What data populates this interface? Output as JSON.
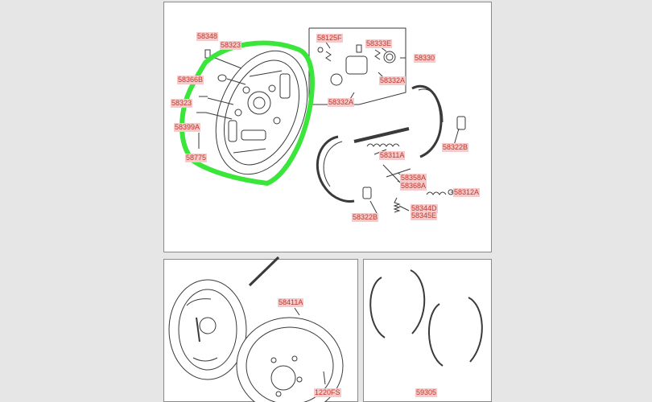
{
  "colors": {
    "page_bg": "#e6e6e6",
    "panel_bg": "#ffffff",
    "line": "#3a3a3a",
    "label_bg": "#f6caca",
    "label_text": "#c0392b",
    "highlight": "#39e639"
  },
  "labels": {
    "p58348": "58348",
    "p58323_top": "58323",
    "p58366B": "58366B",
    "p58323": "58323",
    "p58399A": "58399A",
    "p58775": "58775",
    "p58125F": "58125F",
    "p58333E": "58333E",
    "p58330": "58330",
    "p58332A_1": "58332A",
    "p58332A_2": "58332A",
    "p58311A": "58311A",
    "p58322B_1": "58322B",
    "p58358A": "58358A",
    "p58368A": "58368A",
    "p58312A": "58312A",
    "p58322B_2": "58322B",
    "p58344D": "58344D",
    "p58345E": "58345E",
    "p58411A": "58411A",
    "p1220FS": "1220FS",
    "p59305": "59305"
  }
}
